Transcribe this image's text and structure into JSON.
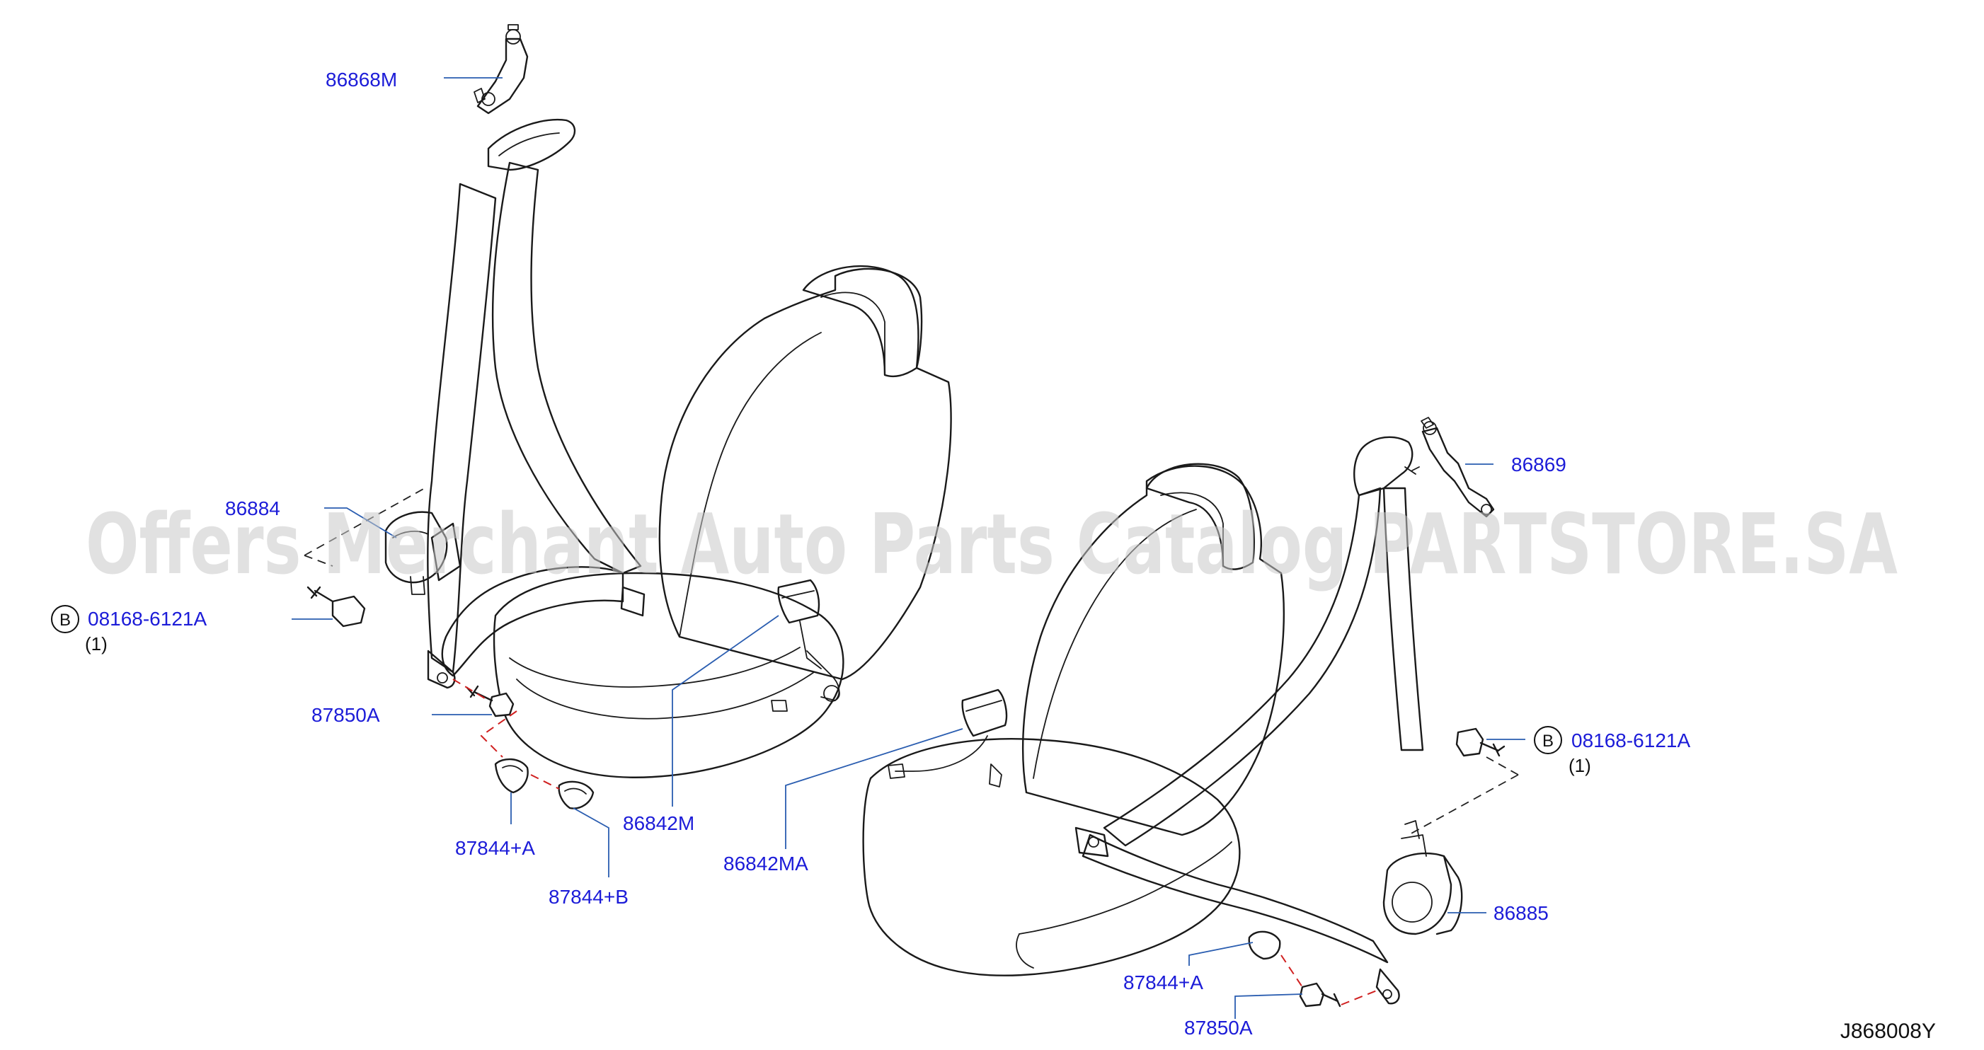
{
  "watermark": "Offers Merchant Auto Parts Catalog PARTSTORE.SA",
  "diagram_code": "J868008Y",
  "callouts": {
    "p86868m": "86868M",
    "p86884": "86884",
    "p08168_left": "08168-6121A",
    "p08168_left_qty": "(1)",
    "badge_left": "B",
    "p87850a_left": "87850A",
    "p87844a_left": "87844+A",
    "p87844b_left": "87844+B",
    "p86842m": "86842M",
    "p86842ma": "86842MA",
    "p86869": "86869",
    "p08168_right": "08168-6121A",
    "p08168_right_qty": "(1)",
    "badge_right": "B",
    "p86885": "86885",
    "p87844a_right": "87844+A",
    "p87850a_right": "87850A"
  },
  "colors": {
    "label": "#1c1cd8",
    "leader": "#2a5db0",
    "line": "#1a1a1a",
    "guide_dash": "#d02020",
    "watermark": "#c8c8c8"
  }
}
